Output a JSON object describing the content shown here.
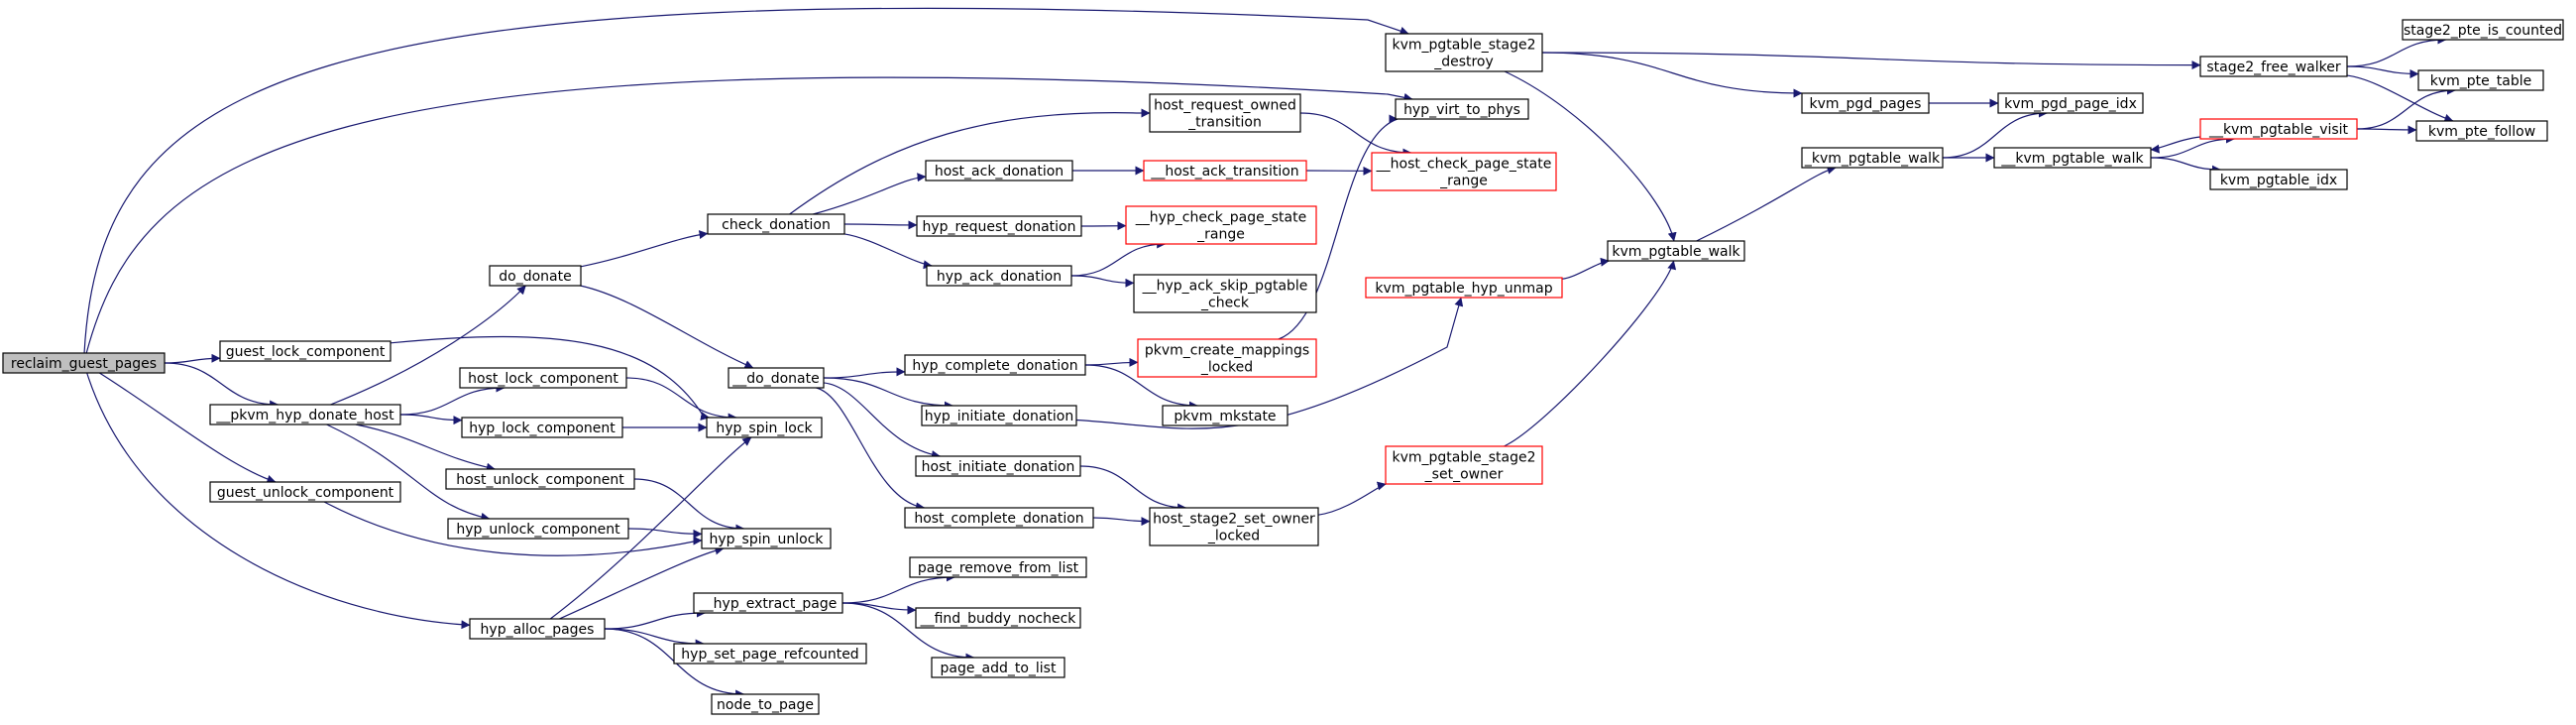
{
  "colors": {
    "edge": "#191970",
    "node_border": "#000000",
    "node_border_truncated": "#ff0000",
    "root_fill": "#bfbfbf",
    "node_fill": "#ffffff"
  },
  "nodes": {
    "reclaim_guest_pages": {
      "lines": [
        "reclaim_guest_pages"
      ],
      "style": "root"
    },
    "guest_lock_component": {
      "lines": [
        "guest_lock_component"
      ]
    },
    "pkvm_hyp_donate_host": {
      "lines": [
        "__pkvm_hyp_donate_host"
      ]
    },
    "guest_unlock_component": {
      "lines": [
        "guest_unlock_component"
      ]
    },
    "hyp_alloc_pages": {
      "lines": [
        "hyp_alloc_pages"
      ]
    },
    "do_donate": {
      "lines": [
        "do_donate"
      ]
    },
    "host_lock_component": {
      "lines": [
        "host_lock_component"
      ]
    },
    "hyp_lock_component": {
      "lines": [
        "hyp_lock_component"
      ]
    },
    "host_unlock_component": {
      "lines": [
        "host_unlock_component"
      ]
    },
    "hyp_unlock_component": {
      "lines": [
        "hyp_unlock_component"
      ]
    },
    "check_donation": {
      "lines": [
        "check_donation"
      ]
    },
    "__do_donate": {
      "lines": [
        "__do_donate"
      ]
    },
    "hyp_spin_lock": {
      "lines": [
        "hyp_spin_lock"
      ]
    },
    "hyp_spin_unlock": {
      "lines": [
        "hyp_spin_unlock"
      ]
    },
    "__hyp_extract_page": {
      "lines": [
        "__hyp_extract_page"
      ]
    },
    "hyp_set_page_refcounted": {
      "lines": [
        "hyp_set_page_refcounted"
      ]
    },
    "node_to_page": {
      "lines": [
        "node_to_page"
      ]
    },
    "host_request_owned_transition": {
      "lines": [
        "host_request_owned",
        "_transition"
      ]
    },
    "host_ack_donation": {
      "lines": [
        "host_ack_donation"
      ]
    },
    "hyp_request_donation": {
      "lines": [
        "hyp_request_donation"
      ]
    },
    "hyp_ack_donation": {
      "lines": [
        "hyp_ack_donation"
      ]
    },
    "hyp_complete_donation": {
      "lines": [
        "hyp_complete_donation"
      ]
    },
    "hyp_initiate_donation": {
      "lines": [
        "hyp_initiate_donation"
      ]
    },
    "host_initiate_donation": {
      "lines": [
        "host_initiate_donation"
      ]
    },
    "host_complete_donation": {
      "lines": [
        "host_complete_donation"
      ]
    },
    "page_remove_from_list": {
      "lines": [
        "page_remove_from_list"
      ]
    },
    "__find_buddy_nocheck": {
      "lines": [
        "__find_buddy_nocheck"
      ]
    },
    "page_add_to_list": {
      "lines": [
        "page_add_to_list"
      ]
    },
    "__host_ack_transition": {
      "lines": [
        "__host_ack_transition"
      ],
      "style": "truncated"
    },
    "__hyp_check_page_state_range": {
      "lines": [
        "__hyp_check_page_state",
        "_range"
      ],
      "style": "truncated"
    },
    "__hyp_ack_skip_pgtable_check": {
      "lines": [
        "__hyp_ack_skip_pgtable",
        "_check"
      ]
    },
    "pkvm_create_mappings_locked": {
      "lines": [
        "pkvm_create_mappings",
        "_locked"
      ],
      "style": "truncated"
    },
    "pkvm_mkstate": {
      "lines": [
        "pkvm_mkstate"
      ]
    },
    "host_stage2_set_owner_locked": {
      "lines": [
        "host_stage2_set_owner",
        "_locked"
      ]
    },
    "kvm_pgtable_stage2_destroy": {
      "lines": [
        "kvm_pgtable_stage2",
        "_destroy"
      ]
    },
    "hyp_virt_to_phys": {
      "lines": [
        "hyp_virt_to_phys"
      ]
    },
    "__host_check_page_state_range": {
      "lines": [
        "__host_check_page_state",
        "_range"
      ],
      "style": "truncated"
    },
    "kvm_pgtable_hyp_unmap": {
      "lines": [
        "kvm_pgtable_hyp_unmap"
      ],
      "style": "truncated"
    },
    "kvm_pgtable_stage2_set_owner": {
      "lines": [
        "kvm_pgtable_stage2",
        "_set_owner"
      ],
      "style": "truncated"
    },
    "kvm_pgtable_walk": {
      "lines": [
        "kvm_pgtable_walk"
      ]
    },
    "kvm_pgd_pages": {
      "lines": [
        "kvm_pgd_pages"
      ]
    },
    "_kvm_pgtable_walk": {
      "lines": [
        "_kvm_pgtable_walk"
      ]
    },
    "stage2_free_walker": {
      "lines": [
        "stage2_free_walker"
      ]
    },
    "kvm_pgd_page_idx": {
      "lines": [
        "kvm_pgd_page_idx"
      ]
    },
    "__kvm_pgtable_walk": {
      "lines": [
        "__kvm_pgtable_walk"
      ]
    },
    "kvm_pgtable_idx": {
      "lines": [
        "kvm_pgtable_idx"
      ]
    },
    "__kvm_pgtable_visit": {
      "lines": [
        "__kvm_pgtable_visit"
      ],
      "style": "truncated"
    },
    "stage2_pte_is_counted": {
      "lines": [
        "stage2_pte_is_counted"
      ]
    },
    "kvm_pte_table": {
      "lines": [
        "kvm_pte_table"
      ]
    },
    "kvm_pte_follow": {
      "lines": [
        "kvm_pte_follow"
      ]
    }
  },
  "edges": [
    [
      "reclaim_guest_pages",
      "guest_lock_component"
    ],
    [
      "reclaim_guest_pages",
      "pkvm_hyp_donate_host"
    ],
    [
      "reclaim_guest_pages",
      "guest_unlock_component"
    ],
    [
      "reclaim_guest_pages",
      "hyp_alloc_pages"
    ],
    [
      "reclaim_guest_pages",
      "kvm_pgtable_stage2_destroy"
    ],
    [
      "reclaim_guest_pages",
      "hyp_virt_to_phys"
    ],
    [
      "guest_lock_component",
      "hyp_spin_lock"
    ],
    [
      "guest_unlock_component",
      "hyp_spin_unlock"
    ],
    [
      "pkvm_hyp_donate_host",
      "do_donate"
    ],
    [
      "pkvm_hyp_donate_host",
      "host_lock_component"
    ],
    [
      "pkvm_hyp_donate_host",
      "hyp_lock_component"
    ],
    [
      "pkvm_hyp_donate_host",
      "host_unlock_component"
    ],
    [
      "pkvm_hyp_donate_host",
      "hyp_unlock_component"
    ],
    [
      "host_lock_component",
      "hyp_spin_lock"
    ],
    [
      "hyp_lock_component",
      "hyp_spin_lock"
    ],
    [
      "host_unlock_component",
      "hyp_spin_unlock"
    ],
    [
      "hyp_unlock_component",
      "hyp_spin_unlock"
    ],
    [
      "hyp_alloc_pages",
      "hyp_spin_lock"
    ],
    [
      "hyp_alloc_pages",
      "hyp_spin_unlock"
    ],
    [
      "hyp_alloc_pages",
      "__hyp_extract_page"
    ],
    [
      "hyp_alloc_pages",
      "hyp_set_page_refcounted"
    ],
    [
      "hyp_alloc_pages",
      "node_to_page"
    ],
    [
      "__hyp_extract_page",
      "page_remove_from_list"
    ],
    [
      "__hyp_extract_page",
      "__find_buddy_nocheck"
    ],
    [
      "__hyp_extract_page",
      "page_add_to_list"
    ],
    [
      "do_donate",
      "check_donation"
    ],
    [
      "do_donate",
      "__do_donate"
    ],
    [
      "check_donation",
      "host_request_owned_transition"
    ],
    [
      "check_donation",
      "host_ack_donation"
    ],
    [
      "check_donation",
      "hyp_request_donation"
    ],
    [
      "check_donation",
      "hyp_ack_donation"
    ],
    [
      "host_request_owned_transition",
      "__host_check_page_state_range"
    ],
    [
      "host_ack_donation",
      "__host_ack_transition"
    ],
    [
      "__host_ack_transition",
      "__host_check_page_state_range"
    ],
    [
      "hyp_request_donation",
      "__hyp_check_page_state_range"
    ],
    [
      "hyp_ack_donation",
      "__hyp_check_page_state_range"
    ],
    [
      "hyp_ack_donation",
      "__hyp_ack_skip_pgtable_check"
    ],
    [
      "__do_donate",
      "hyp_complete_donation"
    ],
    [
      "__do_donate",
      "hyp_initiate_donation"
    ],
    [
      "__do_donate",
      "host_initiate_donation"
    ],
    [
      "__do_donate",
      "host_complete_donation"
    ],
    [
      "hyp_complete_donation",
      "pkvm_create_mappings_locked"
    ],
    [
      "hyp_complete_donation",
      "pkvm_mkstate"
    ],
    [
      "pkvm_create_mappings_locked",
      "hyp_virt_to_phys"
    ],
    [
      "hyp_initiate_donation",
      "kvm_pgtable_hyp_unmap"
    ],
    [
      "host_initiate_donation",
      "host_stage2_set_owner_locked"
    ],
    [
      "host_complete_donation",
      "host_stage2_set_owner_locked"
    ],
    [
      "host_stage2_set_owner_locked",
      "kvm_pgtable_stage2_set_owner"
    ],
    [
      "kvm_pgtable_hyp_unmap",
      "kvm_pgtable_walk"
    ],
    [
      "kvm_pgtable_stage2_set_owner",
      "kvm_pgtable_walk"
    ],
    [
      "kvm_pgtable_stage2_destroy",
      "kvm_pgtable_walk"
    ],
    [
      "kvm_pgtable_stage2_destroy",
      "kvm_pgd_pages"
    ],
    [
      "kvm_pgtable_stage2_destroy",
      "stage2_free_walker"
    ],
    [
      "kvm_pgtable_walk",
      "_kvm_pgtable_walk"
    ],
    [
      "kvm_pgd_pages",
      "kvm_pgd_page_idx"
    ],
    [
      "_kvm_pgtable_walk",
      "kvm_pgd_page_idx"
    ],
    [
      "_kvm_pgtable_walk",
      "__kvm_pgtable_walk"
    ],
    [
      "__kvm_pgtable_walk",
      "kvm_pgtable_idx"
    ],
    [
      "__kvm_pgtable_walk",
      "__kvm_pgtable_visit"
    ],
    [
      "__kvm_pgtable_visit",
      "__kvm_pgtable_walk"
    ],
    [
      "__kvm_pgtable_visit",
      "kvm_pte_table"
    ],
    [
      "__kvm_pgtable_visit",
      "kvm_pte_follow"
    ],
    [
      "stage2_free_walker",
      "stage2_pte_is_counted"
    ],
    [
      "stage2_free_walker",
      "kvm_pte_table"
    ],
    [
      "stage2_free_walker",
      "kvm_pte_follow"
    ]
  ]
}
